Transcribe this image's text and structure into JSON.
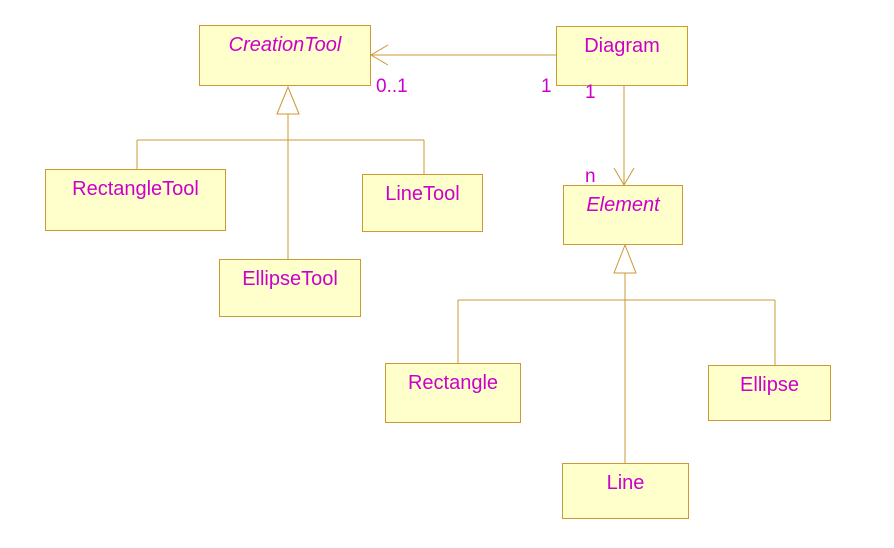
{
  "classes": {
    "creation_tool": "CreationTool",
    "rectangle_tool": "RectangleTool",
    "line_tool": "LineTool",
    "ellipse_tool": "EllipseTool",
    "diagram": "Diagram",
    "element": "Element",
    "rectangle": "Rectangle",
    "ellipse": "Ellipse",
    "line": "Line"
  },
  "multiplicities": {
    "tool_end": "0..1",
    "diagram_tool_end": "1",
    "diagram_element_end": "1",
    "element_end": "n"
  },
  "colors": {
    "box_fill": "#ffffcc",
    "box_border": "#cc9933",
    "line": "#cc9933",
    "text": "#cc00cc"
  }
}
